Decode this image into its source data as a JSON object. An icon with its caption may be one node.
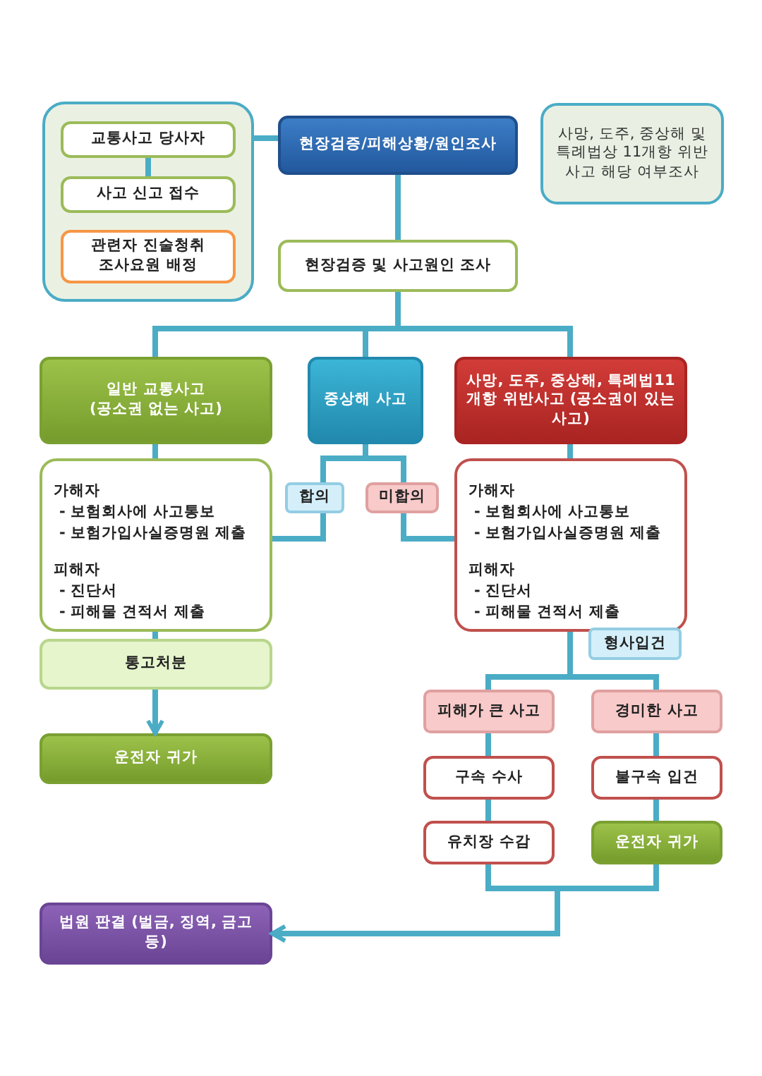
{
  "diagram": {
    "nodes": [
      {
        "text": [],
        "shape": "box"
      },
      {
        "text": [
          "교통사고 당사자"
        ],
        "in": 0
      },
      {
        "text": [
          "사고 신고 접수"
        ],
        "in": 0
      },
      {
        "text": [
          "관련자 진술청취 조사요원 배정"
        ],
        "in": 0
      },
      {
        "text": [
          "현장검증/피해상황/원인조사"
        ]
      },
      {
        "text": [
          "사망, 도주, 중상해 및 특례법상 11개항 위반 사고 해당 여부조사"
        ]
      },
      {
        "text": [
          "현장검증 및 사고원인 조사"
        ]
      },
      {
        "text": [
          "일반 교통사고 (공소권 없는 사고)"
        ]
      },
      {
        "text": [
          "중상해 사고"
        ]
      },
      {
        "text": [
          "사망, 도주, 중상해, 특례법11 개항 위반사고 (공소권이 있는 사고)"
        ]
      },
      {
        "text": [
          "가해자",
          "- 보험회사에 사고통보",
          "- 보험가입사실증명원 제출",
          "피해자",
          "- 진단서",
          "- 피해물 견적서 제출"
        ]
      },
      {
        "text": [
          "합의"
        ]
      },
      {
        "text": [
          "미합의"
        ]
      },
      {
        "text": [
          "가해자",
          "- 보험회사에 사고통보",
          "- 보험가입사실증명원 제출",
          "피해자",
          "- 진단서",
          "- 피해물 견적서 제출"
        ]
      },
      {
        "text": [
          "통고처분"
        ]
      },
      {
        "text": [
          "운전자 귀가"
        ]
      },
      {
        "text": [
          "형사입건"
        ]
      },
      {
        "text": [
          "피해가 큰 사고"
        ]
      },
      {
        "text": [
          "경미한 사고"
        ]
      },
      {
        "text": [
          "구속 수사"
        ]
      },
      {
        "text": [
          "불구속 입건"
        ]
      },
      {
        "text": [
          "유치장 수감"
        ]
      },
      {
        "text": [
          "운전자 귀가"
        ]
      },
      {
        "text": [
          "법원 판결 (벌금, 징역, 금고 등)"
        ]
      }
    ],
    "edges": [
      {
        "from": 0,
        "to": 4,
        "arrow": "none"
      },
      {
        "from": 1,
        "to": 2,
        "arrow": "none"
      },
      {
        "from": 4,
        "to": 6,
        "arrow": "none"
      },
      {
        "from": 6,
        "to": 7,
        "arrow": "none"
      },
      {
        "from": 6,
        "to": 8,
        "arrow": "none"
      },
      {
        "from": 6,
        "to": 9,
        "arrow": "none"
      },
      {
        "from": 7,
        "to": 10,
        "arrow": "none"
      },
      {
        "from": 8,
        "to": 11,
        "arrow": "none"
      },
      {
        "from": 11,
        "to": 10,
        "arrow": "none"
      },
      {
        "from": 8,
        "to": 12,
        "arrow": "none"
      },
      {
        "from": 12,
        "to": 13,
        "arrow": "none"
      },
      {
        "from": 9,
        "to": 13,
        "arrow": "none"
      },
      {
        "from": 10,
        "to": 14,
        "arrow": "none"
      },
      {
        "from": 14,
        "to": 15,
        "arrow": "to"
      },
      {
        "from": 13,
        "to": 17,
        "arrow": "none"
      },
      {
        "from": 13,
        "to": 18,
        "arrow": "none"
      },
      {
        "from": 17,
        "to": 19,
        "arrow": "none"
      },
      {
        "from": 19,
        "to": 21,
        "arrow": "none"
      },
      {
        "from": 18,
        "to": 20,
        "arrow": "none"
      },
      {
        "from": 20,
        "to": 22,
        "arrow": "none"
      },
      {
        "from": 21,
        "to": 23,
        "arrow": "to"
      },
      {
        "from": 22,
        "to": 23,
        "arrow": "to"
      }
    ]
  }
}
